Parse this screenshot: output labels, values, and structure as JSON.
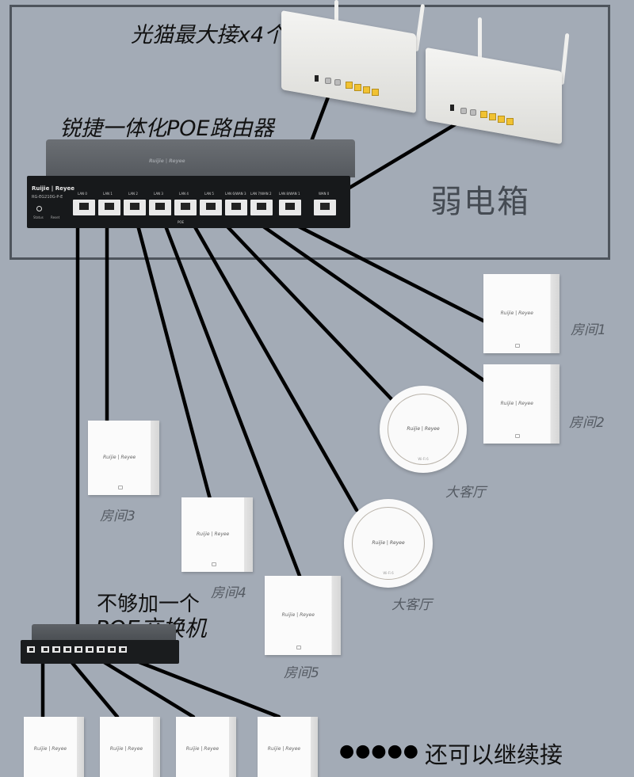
{
  "title_labels": {
    "modem_limit": "光猫最大接x4个",
    "router_name": "锐捷一体化POE路由器",
    "weak_box": "弱电箱",
    "switch_note_line1": "不够加一个",
    "switch_note_line2": "POE交换机",
    "continue_note_dots": "●●●●●",
    "continue_note_text": "还可以继续接"
  },
  "router": {
    "brand": "Ruijie | Reyee",
    "model": "RG-EG210G-P-E",
    "top_logo": "Ruijie | Reyee",
    "status_label": "Status",
    "reset_label": "Reset",
    "poe_label": "POE",
    "ports": [
      "LAN 0",
      "LAN 1",
      "LAN 2",
      "LAN 3",
      "LAN 4",
      "LAN 5",
      "LAN 6/WAN 3",
      "LAN 7/WAN 2",
      "LAN 8/WAN 1",
      "WAN 0"
    ]
  },
  "modems": [
    {
      "id": "modem-1",
      "ports_yellow": 4
    },
    {
      "id": "modem-2",
      "ports_yellow": 4
    }
  ],
  "access_points": [
    {
      "type": "panel",
      "label": "房间1",
      "logo": "Ruijie | Reyee"
    },
    {
      "type": "panel",
      "label": "房间2",
      "logo": "Ruijie | Reyee"
    },
    {
      "type": "ceiling",
      "label": "大客厅",
      "logo": "Ruijie | Reyee",
      "badge": "Wi-Fi 6"
    },
    {
      "type": "ceiling",
      "label": "大客厅",
      "logo": "Ruijie | Reyee",
      "badge": "Wi-Fi 6"
    },
    {
      "type": "panel",
      "label": "房间3",
      "logo": "Ruijie | Reyee"
    },
    {
      "type": "panel",
      "label": "房间4",
      "logo": "Ruijie | Reyee"
    },
    {
      "type": "panel",
      "label": "房间5",
      "logo": "Ruijie | Reyee"
    }
  ],
  "switch_aps": [
    {
      "logo": "Ruijie | Reyee"
    },
    {
      "logo": "Ruijie | Reyee"
    },
    {
      "logo": "Ruijie | Reyee"
    },
    {
      "logo": "Ruijie | Reyee"
    }
  ],
  "colors": {
    "background": "#a3abb6",
    "box_border": "#4e545c",
    "cable": "#000000",
    "router": "#17191b",
    "port_yellow": "#f1c232"
  }
}
